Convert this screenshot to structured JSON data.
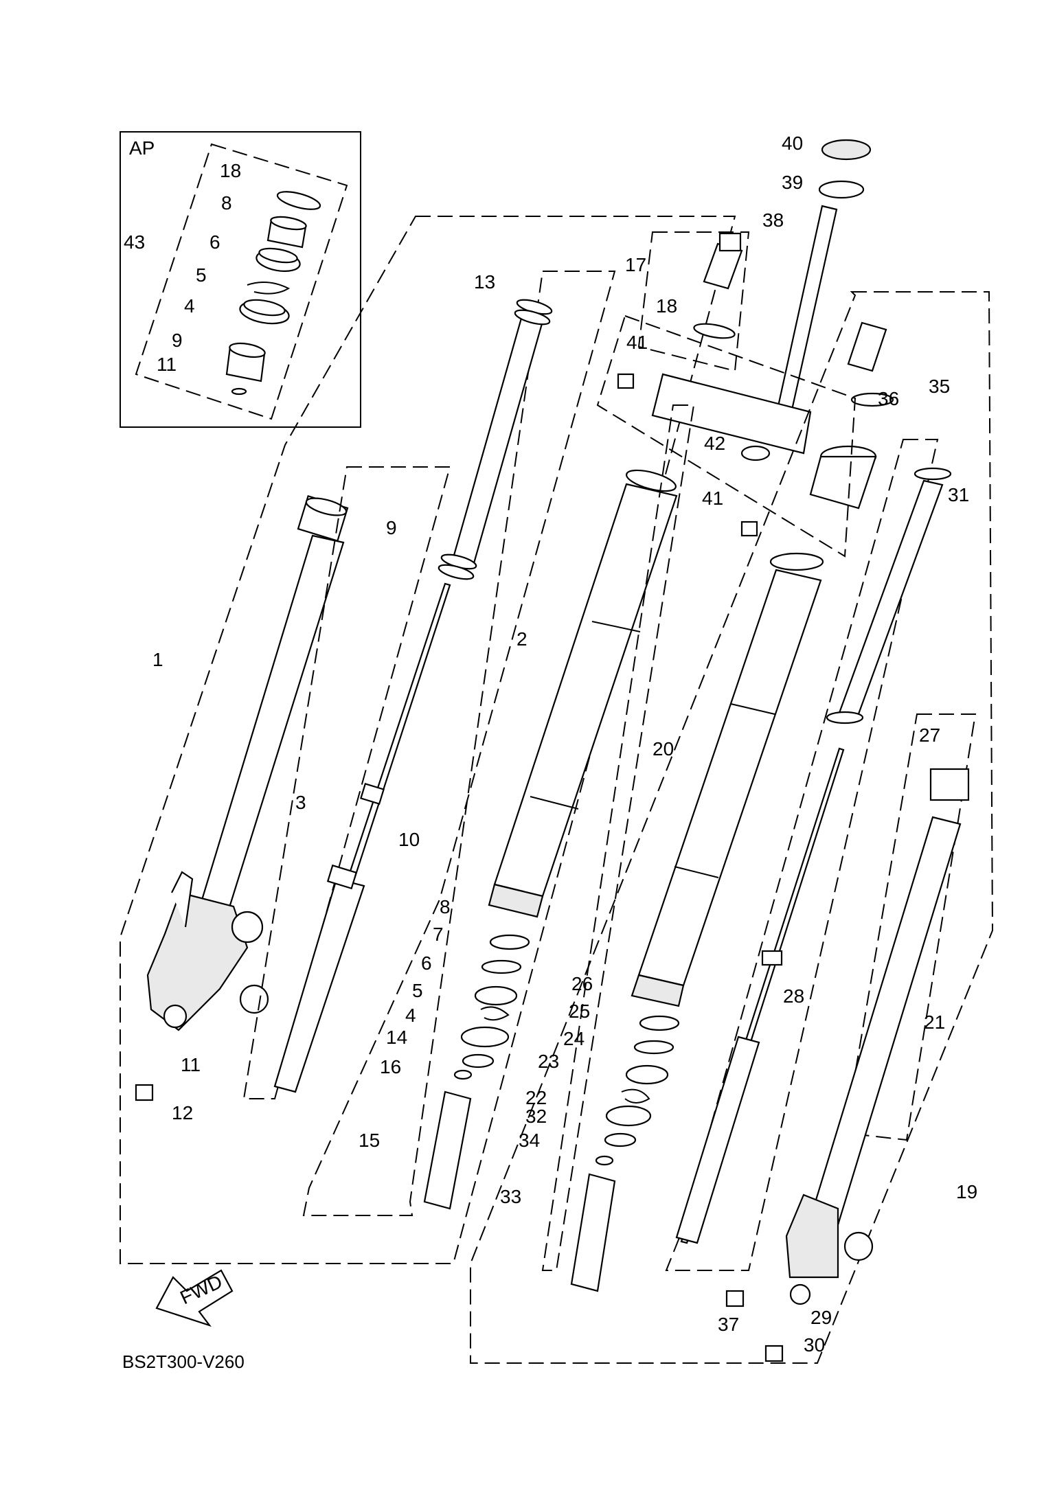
{
  "diagram": {
    "ref_code": "BS2T300-V260",
    "ap_box_label": "AP",
    "fwd_label": "FWD",
    "callouts": [
      {
        "n": "1"
      },
      {
        "n": "2"
      },
      {
        "n": "3"
      },
      {
        "n": "4"
      },
      {
        "n": "4"
      },
      {
        "n": "5"
      },
      {
        "n": "5"
      },
      {
        "n": "6"
      },
      {
        "n": "6"
      },
      {
        "n": "7"
      },
      {
        "n": "8"
      },
      {
        "n": "8"
      },
      {
        "n": "9"
      },
      {
        "n": "9"
      },
      {
        "n": "10"
      },
      {
        "n": "11"
      },
      {
        "n": "11"
      },
      {
        "n": "12"
      },
      {
        "n": "13"
      },
      {
        "n": "14"
      },
      {
        "n": "15"
      },
      {
        "n": "16"
      },
      {
        "n": "17"
      },
      {
        "n": "18"
      },
      {
        "n": "18"
      },
      {
        "n": "19"
      },
      {
        "n": "20"
      },
      {
        "n": "21"
      },
      {
        "n": "22"
      },
      {
        "n": "23"
      },
      {
        "n": "24"
      },
      {
        "n": "25"
      },
      {
        "n": "26"
      },
      {
        "n": "27"
      },
      {
        "n": "28"
      },
      {
        "n": "29"
      },
      {
        "n": "30"
      },
      {
        "n": "31"
      },
      {
        "n": "32"
      },
      {
        "n": "33"
      },
      {
        "n": "34"
      },
      {
        "n": "35"
      },
      {
        "n": "36"
      },
      {
        "n": "37"
      },
      {
        "n": "38"
      },
      {
        "n": "39"
      },
      {
        "n": "40"
      },
      {
        "n": "41"
      },
      {
        "n": "41"
      },
      {
        "n": "42"
      },
      {
        "n": "43"
      }
    ]
  }
}
